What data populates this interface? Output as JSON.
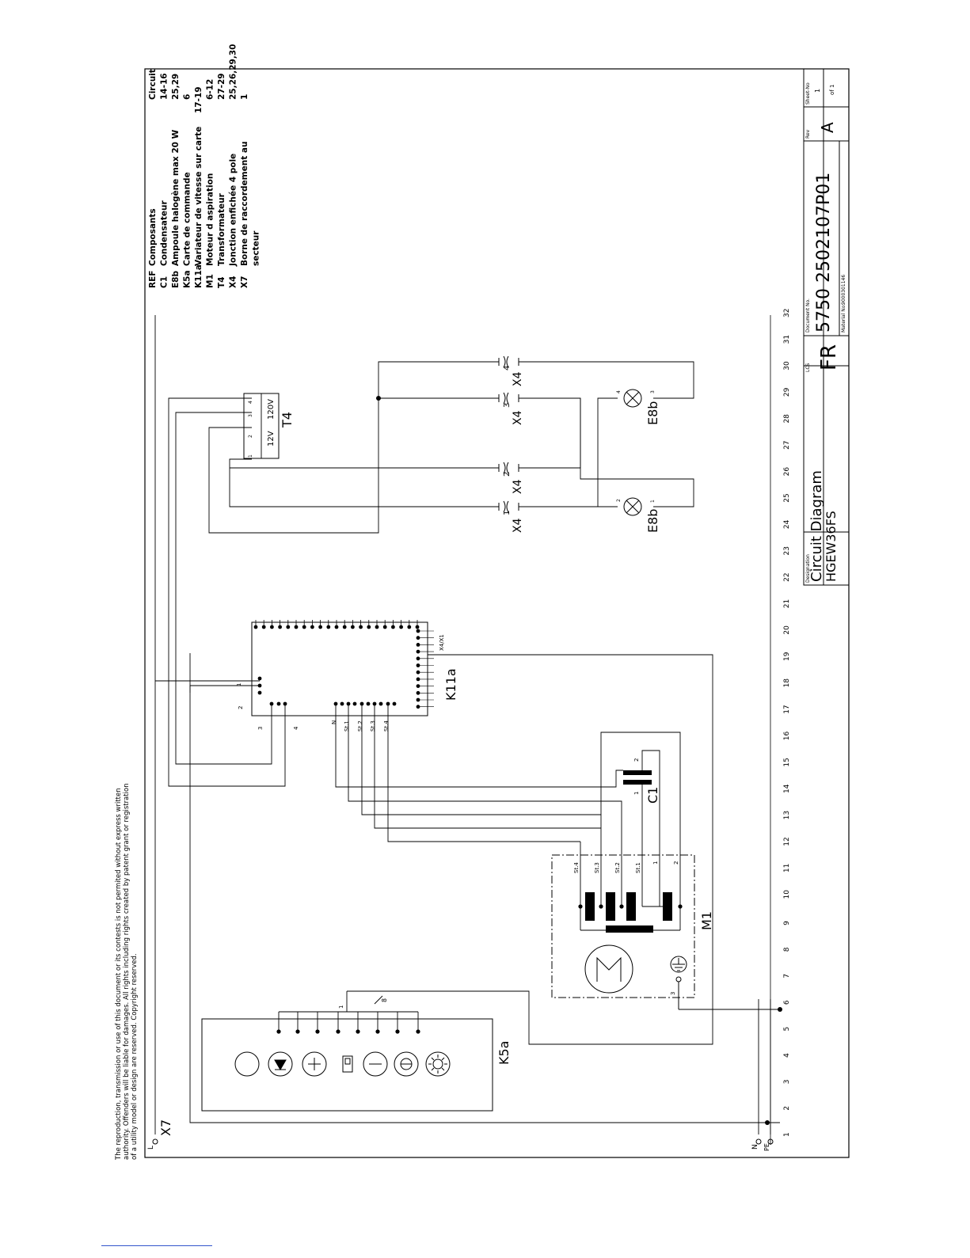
{
  "copyright": {
    "lines": [
      "The reproduction, transmission or use of this document or its contests is not permited without express written",
      "authority. Offenders will be liable for damages. All rights including rights created by patent grant or registration",
      "of a utility model or design are reserved. Copyright reserved."
    ]
  },
  "legend": {
    "header": {
      "ref": "REF",
      "component": "Composants",
      "circuit": "Circuit"
    },
    "rows": [
      {
        "ref": "C1",
        "component": "Condensateur",
        "circuit": "14-16"
      },
      {
        "ref": "E8b",
        "component": "Ampoule halogène max 20 W",
        "circuit": "25,29"
      },
      {
        "ref": "K5a",
        "component": "Carte de commande",
        "circuit": "6"
      },
      {
        "ref": "K11a",
        "component": "Variateur de vitesse sur carte",
        "circuit": "17-19"
      },
      {
        "ref": "M1",
        "component": "Moteur d aspiration",
        "circuit": "6-12"
      },
      {
        "ref": "T4",
        "component": "Transformateur",
        "circuit": "27-29"
      },
      {
        "ref": "X4",
        "component": "Jonction enfichée 4 pole",
        "circuit": "25,26,29,30"
      },
      {
        "ref": "X7",
        "component": "Borne de raccordement au",
        "circuit": "1"
      },
      {
        "ref": "",
        "component": "secteur",
        "circuit": ""
      }
    ]
  },
  "title_block": {
    "designation_label": "Designation",
    "designation": "Circuit Diagram",
    "model": "HGEW36FS",
    "lcs_label": "LCS",
    "language": "FR",
    "document_label": "Document No.",
    "document_no": "5750  2502107P01",
    "material_label": "Material No.",
    "material_no": "9000301146",
    "rev_label": "Rev",
    "rev": "A",
    "sheet_label": "Sheet-No",
    "sheet_no": "1",
    "sheet_of": "of 1"
  },
  "circuit_numbers": [
    "1",
    "2",
    "3",
    "4",
    "5",
    "6",
    "7",
    "8",
    "9",
    "10",
    "11",
    "12",
    "13",
    "14",
    "15",
    "16",
    "17",
    "18",
    "19",
    "20",
    "21",
    "22",
    "23",
    "24",
    "25",
    "26",
    "27",
    "28",
    "29",
    "30",
    "31",
    "32"
  ],
  "components": {
    "x7": {
      "ref": "X7",
      "terminals": [
        "L",
        "N",
        "PE"
      ]
    },
    "k5a": {
      "ref": "K5a",
      "bus_count": "8",
      "bus_pin": "1"
    },
    "m1": {
      "ref": "M1",
      "pins": [
        "St.4",
        "St.3",
        "St.2",
        "St.1",
        "1",
        "2"
      ],
      "earth_pin": "3"
    },
    "c1": {
      "ref": "C1",
      "pins": [
        "1",
        "2"
      ]
    },
    "k11a": {
      "ref": "K11a",
      "connector": "X4/X1",
      "pins_left": [
        "1",
        "2",
        "3",
        "4"
      ],
      "pins_motor": [
        "N",
        "St.1",
        "St.2",
        "St.3",
        "St.4"
      ]
    },
    "t4": {
      "ref": "T4",
      "primary": "120V",
      "secondary": "12V",
      "pins": [
        "1",
        "2",
        "3",
        "4"
      ]
    },
    "x4": {
      "ref": "X4",
      "pins": [
        "1",
        "2",
        "3",
        "4"
      ]
    },
    "e8b_1": {
      "ref": "E8b",
      "pins": [
        "1",
        "2"
      ]
    },
    "e8b_2": {
      "ref": "E8b",
      "pins": [
        "3",
        "4"
      ]
    }
  }
}
